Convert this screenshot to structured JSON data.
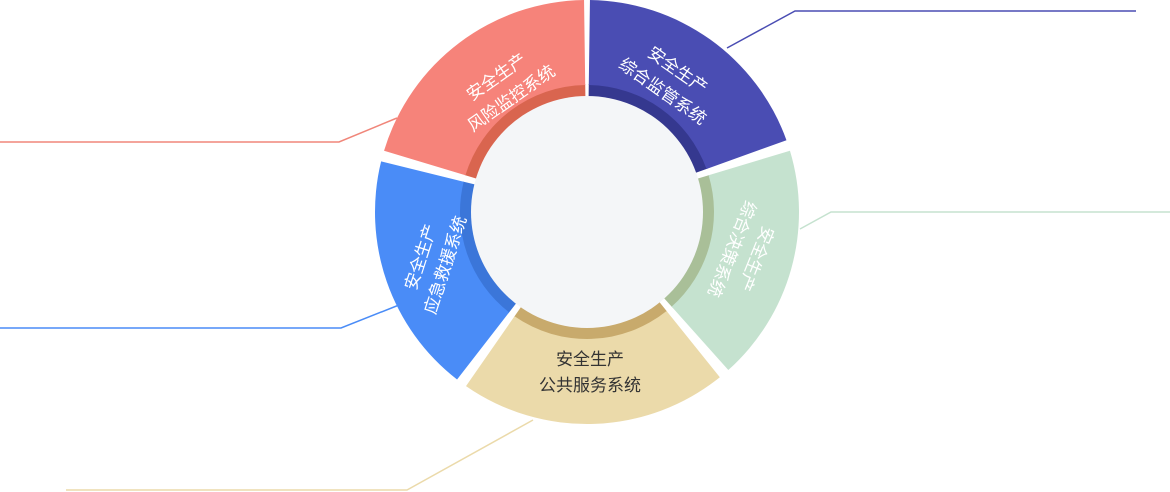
{
  "segments": [
    {
      "id": "supervision",
      "line1": "安全生产",
      "line2": "综合监管系统",
      "color": "#4a4db3",
      "accent": "#35388f",
      "text_color": "#ffffff",
      "leader_color": "#4a4db3"
    },
    {
      "id": "decision",
      "line1": "安全生产",
      "line2": "综合决策系统",
      "color": "#c5e2cf",
      "accent": "#a9bf98",
      "text_color": "#ffffff",
      "leader_color": "#c5e2cf"
    },
    {
      "id": "public-service",
      "line1": "安全生产",
      "line2": "公共服务系统",
      "color": "#ebdaaa",
      "accent": "#c8aa6c",
      "text_color": "#333333",
      "leader_color": "#ebdaaa"
    },
    {
      "id": "emergency",
      "line1": "安全生产",
      "line2": "应急救援系统",
      "color": "#4a8cf7",
      "accent": "#3b76d9",
      "text_color": "#ffffff",
      "leader_color": "#4a8cf7"
    },
    {
      "id": "risk",
      "line1": "安全生产",
      "line2": "风险监控系统",
      "color": "#f6837a",
      "accent": "#d9654f",
      "text_color": "#ffffff",
      "leader_color": "#f0867a"
    }
  ],
  "colors": {
    "center": "#f4f6f8",
    "background": "#ffffff"
  }
}
